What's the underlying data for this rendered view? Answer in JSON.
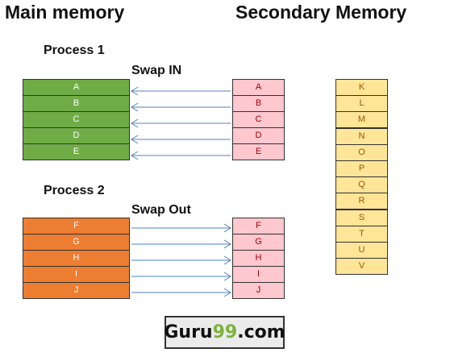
{
  "titles": {
    "main": "Main memory",
    "secondary": "Secondary Memory"
  },
  "process1": {
    "label": "Process 1",
    "swap_label": "Swap IN",
    "main_cells": [
      "A",
      "B",
      "C",
      "D",
      "E"
    ],
    "secondary_cells": [
      "A",
      "B",
      "C",
      "D",
      "E"
    ]
  },
  "process2": {
    "label": "Process 2",
    "swap_label": "Swap Out",
    "main_cells": [
      "F",
      "G",
      "H",
      "I",
      "J"
    ],
    "secondary_cells": [
      "F",
      "G",
      "H",
      "I",
      "J"
    ]
  },
  "secondary_extra": [
    "K",
    "L",
    "M",
    "N",
    "O",
    "P",
    "Q",
    "R",
    "S",
    "T",
    "U",
    "V"
  ],
  "colors": {
    "process1_fill": "#6fac46",
    "process2_fill": "#ed7d31",
    "secondary_swapped_fill": "#ffc7ce",
    "secondary_other_fill": "#ffe598",
    "arrow": "#4f81bd"
  },
  "logo": {
    "prefix": "Guru",
    "number": "99",
    "suffix": ".com"
  }
}
